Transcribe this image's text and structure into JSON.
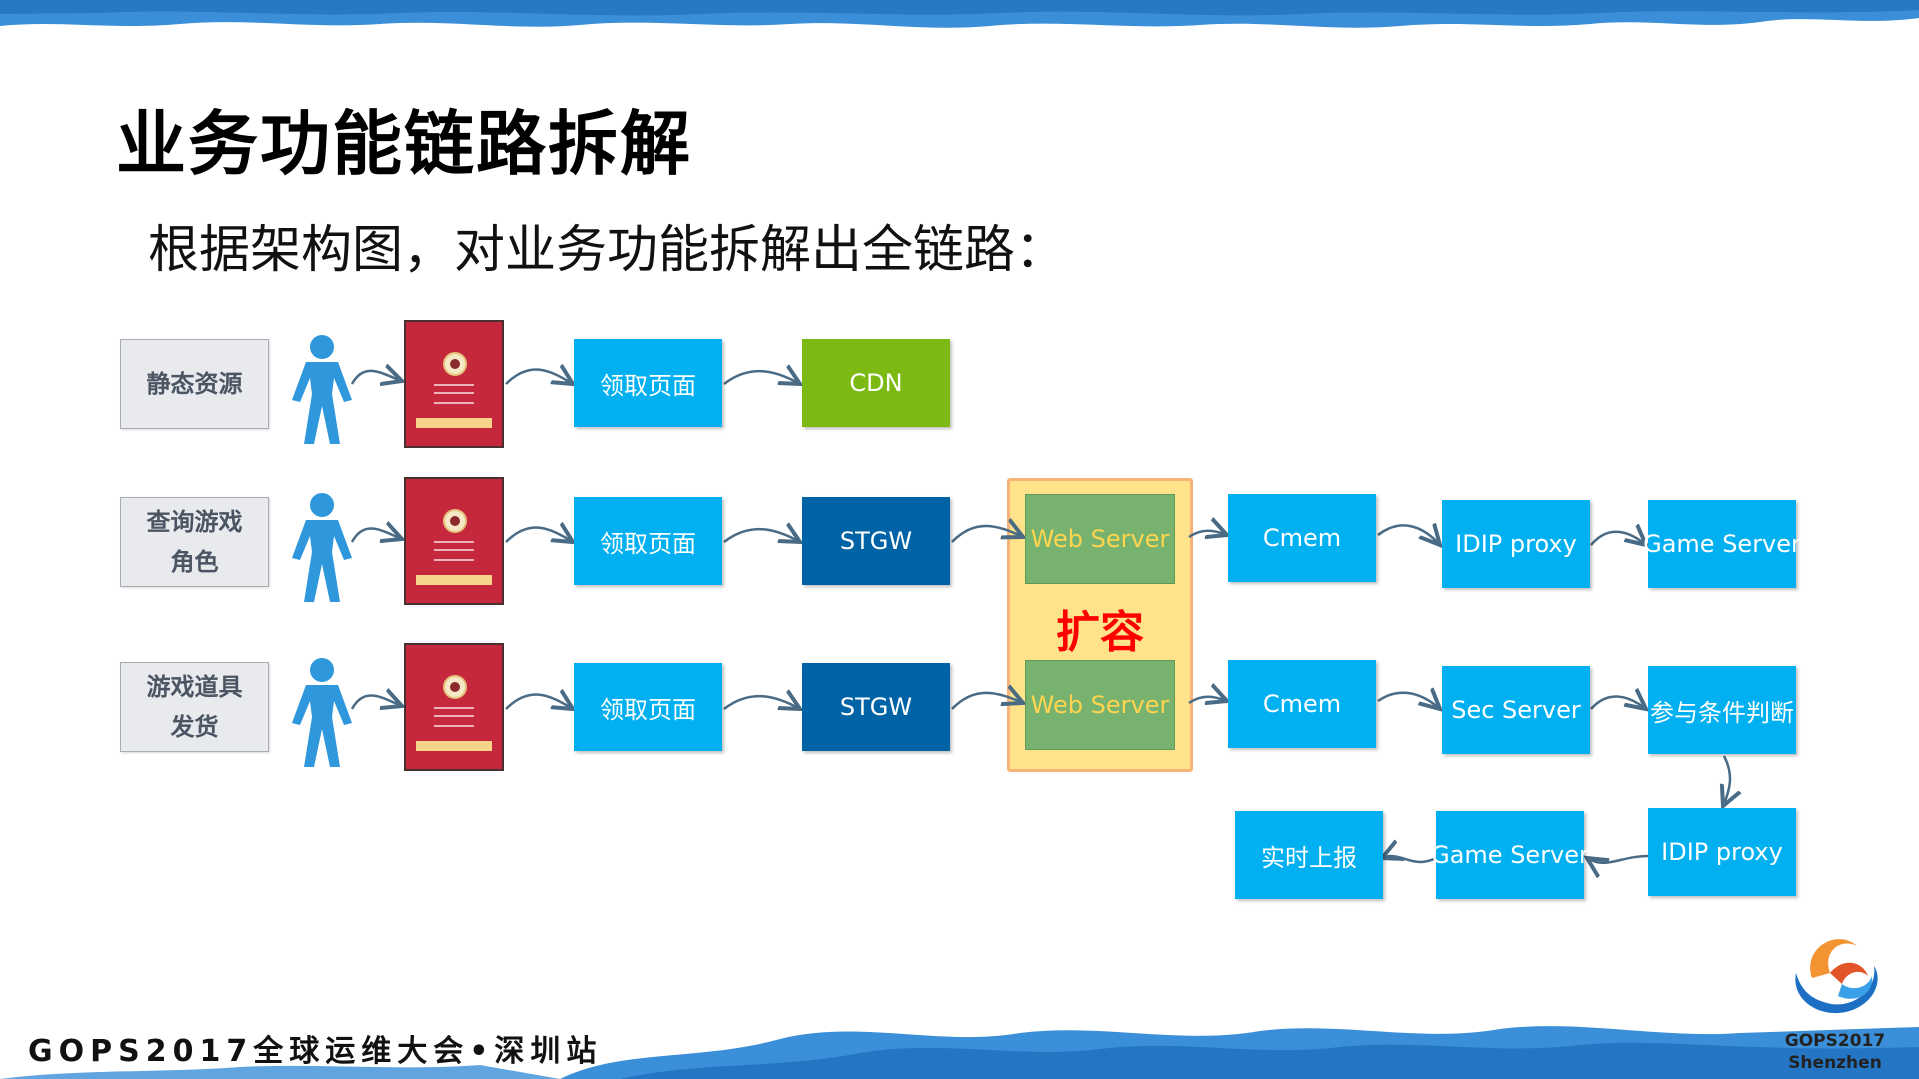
{
  "title": "业务功能链路拆解",
  "subtitle": "根据架构图，对业务功能拆解出全链路：",
  "rows": [
    {
      "label_lines": [
        "静态资源"
      ],
      "page": "领取页面",
      "gateway": "CDN"
    },
    {
      "label_lines": [
        "查询游戏",
        "角色"
      ],
      "page": "领取页面",
      "gateway": "STGW",
      "web": "Web Server",
      "cache": "Cmem",
      "proxy": "IDIP proxy",
      "server": "Game Server"
    },
    {
      "label_lines": [
        "游戏道具",
        "发货"
      ],
      "page": "领取页面",
      "gateway": "STGW",
      "web": "Web Server",
      "cache": "Cmem",
      "sec": "Sec Server",
      "judge": "参与条件判断"
    },
    {
      "proxy": "IDIP proxy",
      "server": "Game Server",
      "report": "实时上报"
    }
  ],
  "expand_label": "扩容",
  "footer": "GOPS2017全球运维大会•深圳站",
  "logo_lines": [
    "GOPS2017",
    "Shenzhen"
  ],
  "colors": {
    "cyan": "#00b0f0",
    "navy": "#0063a6",
    "green": "#7cba13",
    "web_server": "#77b26e",
    "highlight": "#ffe38a",
    "expand": "#ff0000",
    "brush": "#2f8fd6"
  },
  "icons": [
    "person-icon",
    "red-packet-phone-icon",
    "gops-logo-icon"
  ]
}
